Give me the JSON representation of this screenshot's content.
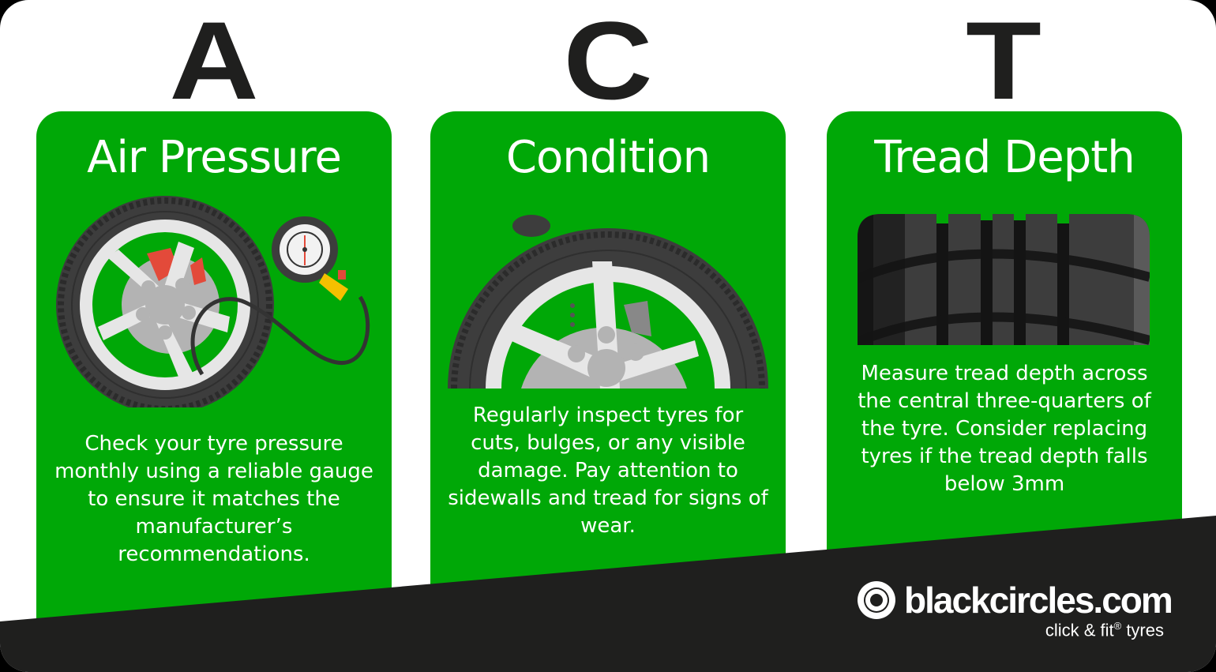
{
  "letters": [
    "A",
    "C",
    "T"
  ],
  "cards": [
    {
      "title": "Air Pressure",
      "illustration": "tyre-with-pressure-gauge",
      "body": "Check your tyre pressure monthly using a reliable gauge to ensure it matches the manufacturer’s recommendations."
    },
    {
      "title": "Condition",
      "illustration": "damaged-tyre-half",
      "body": "Regularly inspect tyres for cuts, bulges, or any visible damage. Pay attention to sidewalls and tread for signs of wear."
    },
    {
      "title": "Tread Depth",
      "illustration": "tyre-tread-closeup",
      "body": "Measure tread depth across the central three-quarters of the tyre. Consider replacing tyres if the tread depth falls below 3mm"
    }
  ],
  "brand": {
    "name": "blackcircles.com",
    "tagline_prefix": "click & fit",
    "tagline_mark": "®",
    "tagline_suffix": " tyres",
    "logo_icon": "concentric-circles-icon"
  },
  "colors": {
    "card_green": "#00a807",
    "footer_dark": "#1f1f1e",
    "letter_dark": "#1f1f1e",
    "background": "#ffffff",
    "tyre_dark": "#3d3d3d",
    "rim_light": "#e6e6e6",
    "brake_red": "#e34a3a",
    "gauge_yellow": "#f5c000"
  }
}
